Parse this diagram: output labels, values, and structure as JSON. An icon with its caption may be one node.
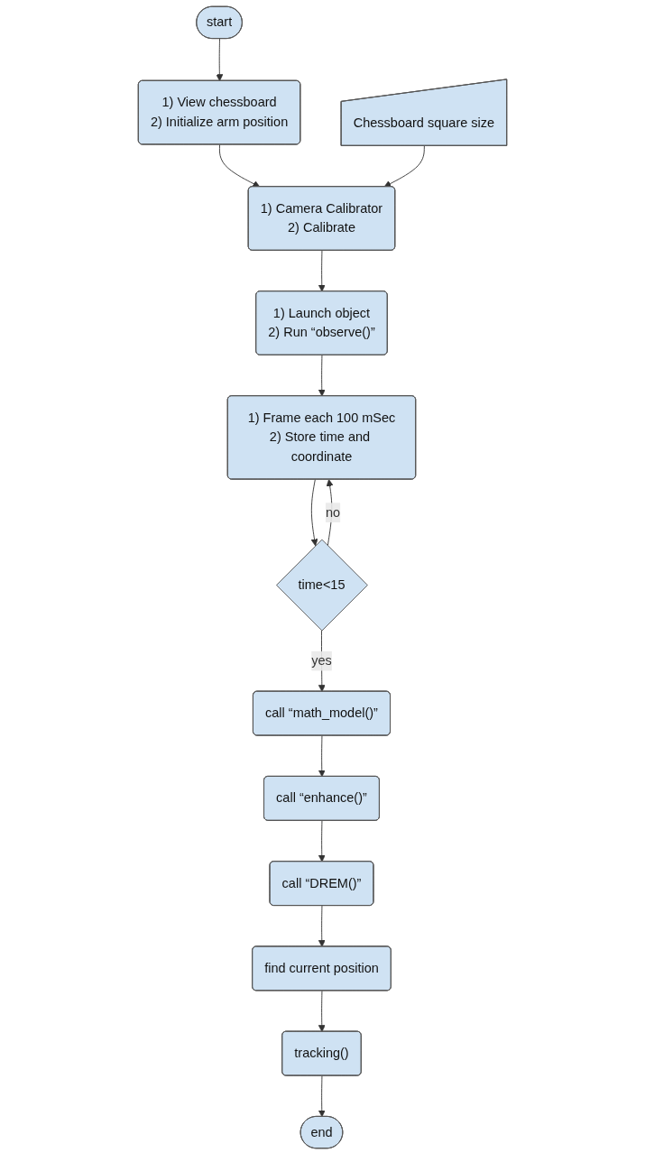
{
  "diagram": {
    "nodes": [
      {
        "text": [
          "start"
        ]
      },
      {
        "text": [
          "1) View chessboard",
          "2) Initialize arm position"
        ]
      },
      {
        "text": [
          "Chessboard square size"
        ]
      },
      {
        "text": [
          "1) Camera Calibrator",
          "2) Calibrate"
        ]
      },
      {
        "text": [
          "1) Launch object",
          "2) Run “observe()”"
        ]
      },
      {
        "text": [
          "1) Frame each 100 mSec",
          "2) Store time and coordinate"
        ]
      },
      {
        "text": [
          "time<15"
        ]
      },
      {
        "text": [
          "call “math_model()”"
        ]
      },
      {
        "text": [
          "call “enhance()”"
        ]
      },
      {
        "text": [
          "call “DREM()”"
        ]
      },
      {
        "text": [
          "find current position"
        ]
      },
      {
        "text": [
          "tracking()"
        ]
      },
      {
        "text": [
          "end"
        ]
      }
    ],
    "edges": [
      {
        "from": 0,
        "to": 1,
        "arrow": "to"
      },
      {
        "from": 1,
        "to": 3,
        "arrow": "to"
      },
      {
        "from": 2,
        "to": 3,
        "arrow": "to"
      },
      {
        "from": 3,
        "to": 4,
        "arrow": "to"
      },
      {
        "from": 4,
        "to": 5,
        "arrow": "to"
      },
      {
        "from": 5,
        "to": 6,
        "arrow": "to"
      },
      {
        "from": 6,
        "to": 7,
        "arrow": "to",
        "label": "yes"
      },
      {
        "from": 6,
        "to": 5,
        "arrow": "to",
        "label": "no"
      },
      {
        "from": 7,
        "to": 8,
        "arrow": "to"
      },
      {
        "from": 8,
        "to": 9,
        "arrow": "to"
      },
      {
        "from": 9,
        "to": 10,
        "arrow": "to"
      },
      {
        "from": 10,
        "to": 11,
        "arrow": "to"
      },
      {
        "from": 11,
        "to": 12,
        "arrow": "to"
      }
    ]
  }
}
